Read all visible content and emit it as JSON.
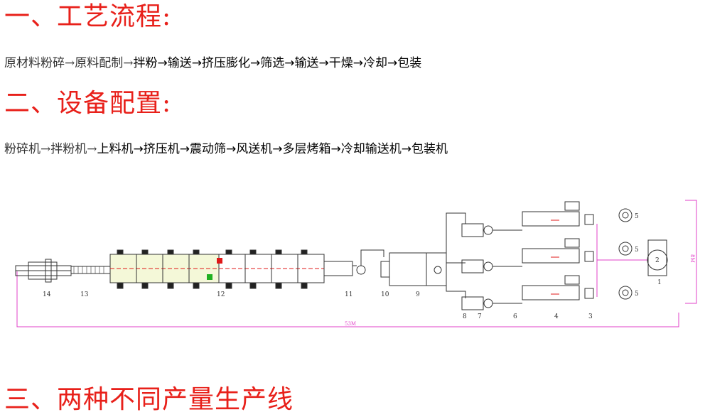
{
  "section1": {
    "title": "一、工艺流程:",
    "flow_pre": "原材料粉碎→原料配制→",
    "flow_main": "拌粉→输送→挤压膨化→筛选→输送→干燥→冷却→包装"
  },
  "section2": {
    "title": "二、设备配置:",
    "flow_pre": "粉碎机→拌粉机→",
    "flow_main": "上料机→挤压机→震动筛→风送机→多层烤箱→冷却输送机→包装机"
  },
  "section3": {
    "title": "三、两种不同产量生产线"
  },
  "diagram": {
    "labels": [
      "14",
      "13",
      "12",
      "11",
      "10",
      "9",
      "8",
      "7",
      "6",
      "4",
      "3",
      "1",
      "2",
      "5",
      "5",
      "5"
    ],
    "dim_total": "53M",
    "dim_width": "8M",
    "colors": {
      "line": "#333333",
      "dimension": "#e040c8",
      "oven_fill": "#f4f8d8",
      "accent_red": "#e01818",
      "accent_green": "#20b020"
    }
  }
}
